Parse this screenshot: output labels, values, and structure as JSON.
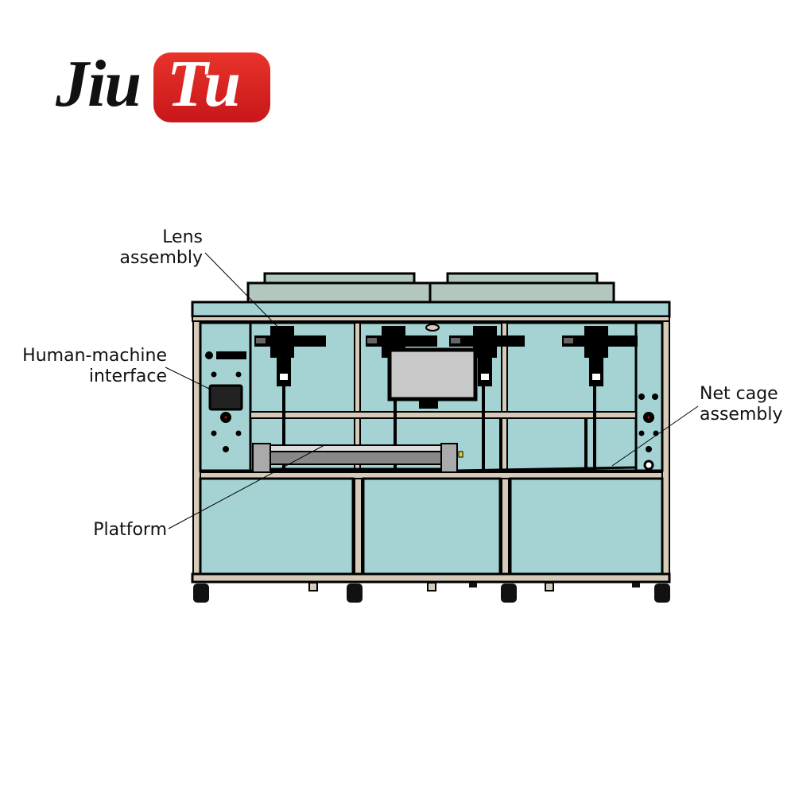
{
  "logo": {
    "part1": "Jiu",
    "part2": "Tu",
    "badge_color": "#d42222",
    "text_color": "#111111"
  },
  "diagram": {
    "subject": "machine front view",
    "colors": {
      "panel": "#a5d3d3",
      "frame": "#d6cbb8",
      "outline": "#000000",
      "top_cover": "#b3c8bc",
      "screen": "#c8c8c8",
      "indicator": "#e8d020"
    },
    "callouts": [
      {
        "id": "lens",
        "line1": "Lens",
        "line2": "assembly"
      },
      {
        "id": "hmi",
        "line1": "Human-machine",
        "line2": "interface"
      },
      {
        "id": "platform",
        "line1": "Platform"
      },
      {
        "id": "netcage",
        "line1": "Net cage",
        "line2": "assembly"
      }
    ]
  }
}
